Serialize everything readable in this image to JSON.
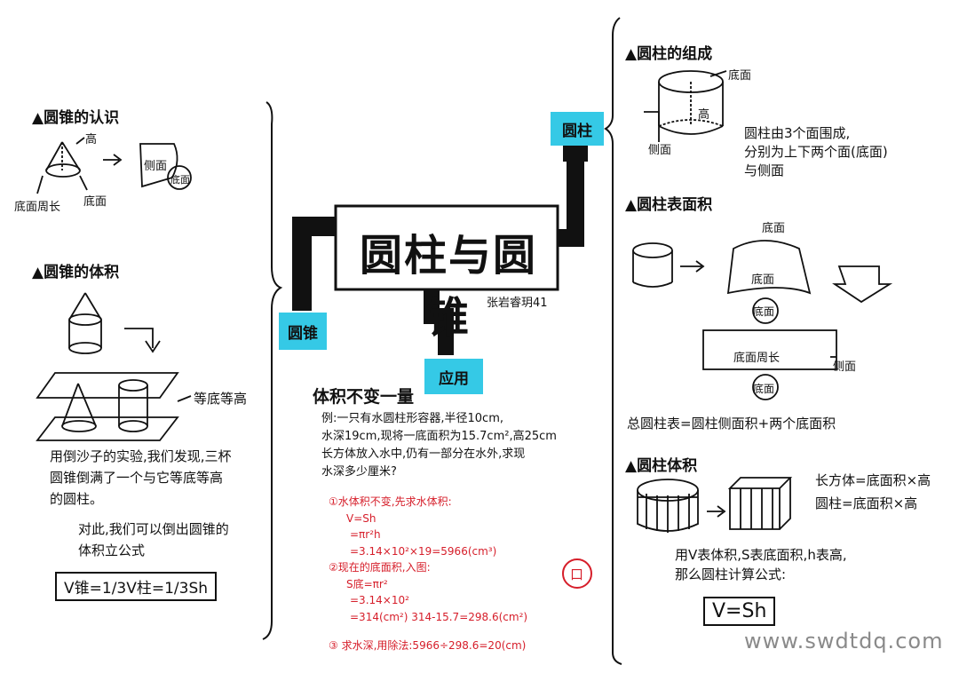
{
  "center": {
    "title": "圆柱与圆锥",
    "author": "张岩睿玥41",
    "branch_right": "圆柱",
    "branch_left": "圆锥",
    "branch_bottom": "应用"
  },
  "left": {
    "cone_recognition": {
      "title": "▲圆锥的认识",
      "label_height": "高",
      "label_side": "侧面",
      "label_base": "底面",
      "label_base_circ": "底面周长",
      "label_base2": "底面"
    },
    "cone_volume": {
      "title": "▲圆锥的体积",
      "label_equal": "等底等高",
      "text_lines": [
        "用倒沙子的实验,我们发现,三杯",
        "圆锥倒满了一个与它等底等高",
        "的圆柱。"
      ],
      "text2_lines": [
        "对此,我们可以倒出圆锥的",
        "体积立公式"
      ],
      "formula": "V锥=1/3V柱=1/3Sh"
    }
  },
  "middle": {
    "title": "体积不变一量",
    "problem_lines": [
      "例:一只有水圆柱形容器,半径10cm,",
      "水深19cm,现将一底面积为15.7cm²,高25cm",
      "长方体放入水中,仍有一部分在水外,求现",
      "水深多少厘米?"
    ],
    "steps": [
      "①水体积不变,先求水体积:",
      "V=Sh",
      "=πr²h",
      "=3.14×10²×19=5966(cm³)",
      "②现在的底面积,入图:",
      "S底=πr²",
      "=3.14×10²",
      "=314(cm²)  314-15.7=298.6(cm²)",
      "③ 求水深,用除法:5966÷298.6=20(cm)"
    ],
    "circle_symbol": "口"
  },
  "right": {
    "composition": {
      "title": "▲圆柱的组成",
      "label_base": "底面",
      "label_height": "高",
      "label_side": "侧面",
      "text_lines": [
        "圆柱由3个面围成,",
        "分别为上下两个面(底面)",
        "与侧面"
      ]
    },
    "surface": {
      "title": "▲圆柱表面积",
      "label_base_top": "底面",
      "label_base_mid": "底面",
      "label_base_left": "底面",
      "label_base_circ": "底面周长",
      "label_side": "侧面",
      "label_base_bottom": "底面",
      "summary": "总圆柱表=圆柱侧面积+两个底面积"
    },
    "volume": {
      "title": "▲圆柱体积",
      "formula1": "长方体=底面积×高",
      "formula2": "圆柱=底面积×高",
      "text_lines": [
        "用V表体积,S表底面积,h表高,",
        "那么圆柱计算公式:"
      ],
      "formula": "V=Sh"
    }
  },
  "watermark": "www.swdtdq.com"
}
